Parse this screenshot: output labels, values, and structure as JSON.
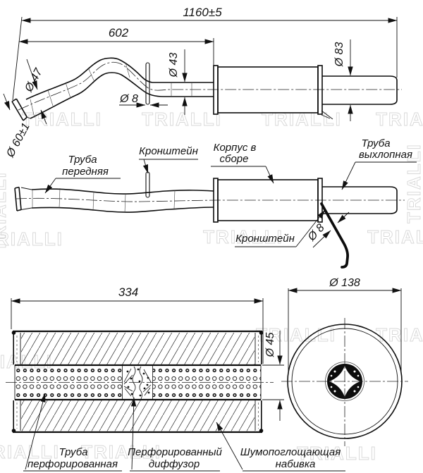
{
  "watermark": {
    "text": "TRIALLI"
  },
  "view_top": {
    "dim_overall": "1160±5",
    "dim_front": "602",
    "dia_43": "Ø 43",
    "dia_83": "Ø 83",
    "dia_47": "Ø 47",
    "dia_8": "Ø 8",
    "dia_60": "Ø 60±1"
  },
  "view_middle": {
    "label_front_pipe": [
      "Труба",
      "передняя"
    ],
    "label_bracket_top": "Кронштейн",
    "label_body": [
      "Корпус в",
      "сборе"
    ],
    "label_exhaust_pipe": [
      "Труба",
      "выхлопная"
    ],
    "label_bracket_bottom": "Кронштейн",
    "dia_8": "Ø 8"
  },
  "view_section": {
    "dim_length": "334",
    "dia_45": "Ø 45",
    "label_perforated_tube": [
      "Труба",
      "перфорированная"
    ],
    "label_diffuser": [
      "Перфорированный",
      "диффузор"
    ],
    "label_padding": [
      "Шумопоглощающая",
      "набивка"
    ]
  },
  "view_end": {
    "dia_138": "Ø 138"
  }
}
